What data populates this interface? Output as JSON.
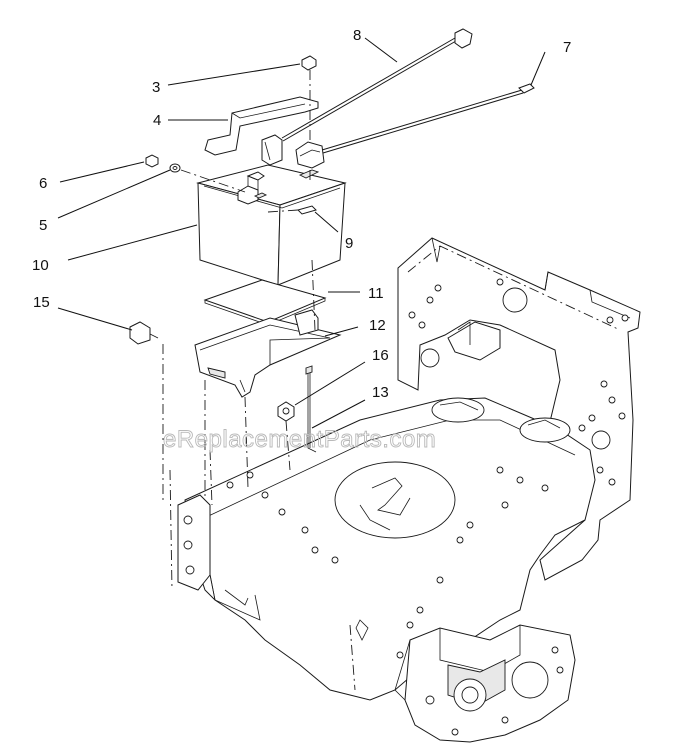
{
  "watermark": "eReplacementParts.com",
  "callouts": [
    {
      "id": "c3",
      "label": "3"
    },
    {
      "id": "c4",
      "label": "4"
    },
    {
      "id": "c6",
      "label": "6"
    },
    {
      "id": "c5",
      "label": "5"
    },
    {
      "id": "c10",
      "label": "10"
    },
    {
      "id": "c15",
      "label": "15"
    },
    {
      "id": "c8",
      "label": "8"
    },
    {
      "id": "c7",
      "label": "7"
    },
    {
      "id": "c9",
      "label": "9"
    },
    {
      "id": "c11",
      "label": "11"
    },
    {
      "id": "c12",
      "label": "12"
    },
    {
      "id": "c16",
      "label": "16"
    },
    {
      "id": "c13",
      "label": "13"
    }
  ],
  "colors": {
    "line": "#1a1a1a",
    "background": "#ffffff",
    "watermark": "#b9b9b9"
  }
}
